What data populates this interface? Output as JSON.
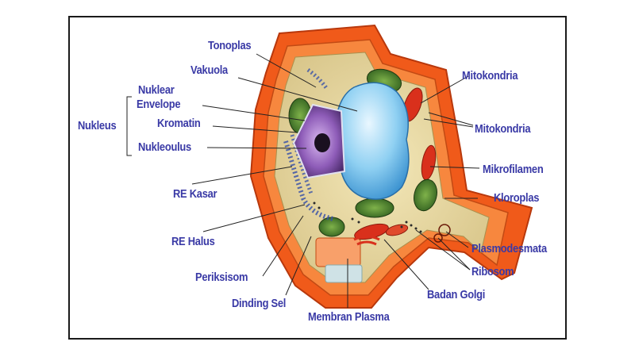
{
  "labels": {
    "tonoplas": "Tonoplas",
    "vakuola": "Vakuola",
    "nuklear": "Nuklear",
    "envelope": "Envelope",
    "nukleus": "Nukleus",
    "kromatin": "Kromatin",
    "nukleoulus": "Nukleoulus",
    "re_kasar": "RE Kasar",
    "re_halus": "RE Halus",
    "periksisom": "Periksisom",
    "dinding_sel": "Dinding Sel",
    "membran_plasma": "Membran Plasma",
    "badan_golgi": "Badan Golgi",
    "ribosom": "Ribosom",
    "plasmodesmata": "Plasmodesmata",
    "kloroplas": "Kloroplas",
    "mikrofilamen": "Mikrofilamen",
    "mitokondria_1": "Mitokondria",
    "mitokondria_2": "Mitokondria"
  },
  "colors": {
    "label_text": "#3a3aa6",
    "leader_line": "#222222",
    "cell_wall": "#f05a1a",
    "cytoplasm": "#e8d9a0",
    "vacuole": "#7ec8f0",
    "nucleus": "#6a3f8f",
    "chloroplast": "#3f7a2a",
    "mitochondria": "#d9301c"
  },
  "icons": [
    "plant-cell-illustration"
  ]
}
